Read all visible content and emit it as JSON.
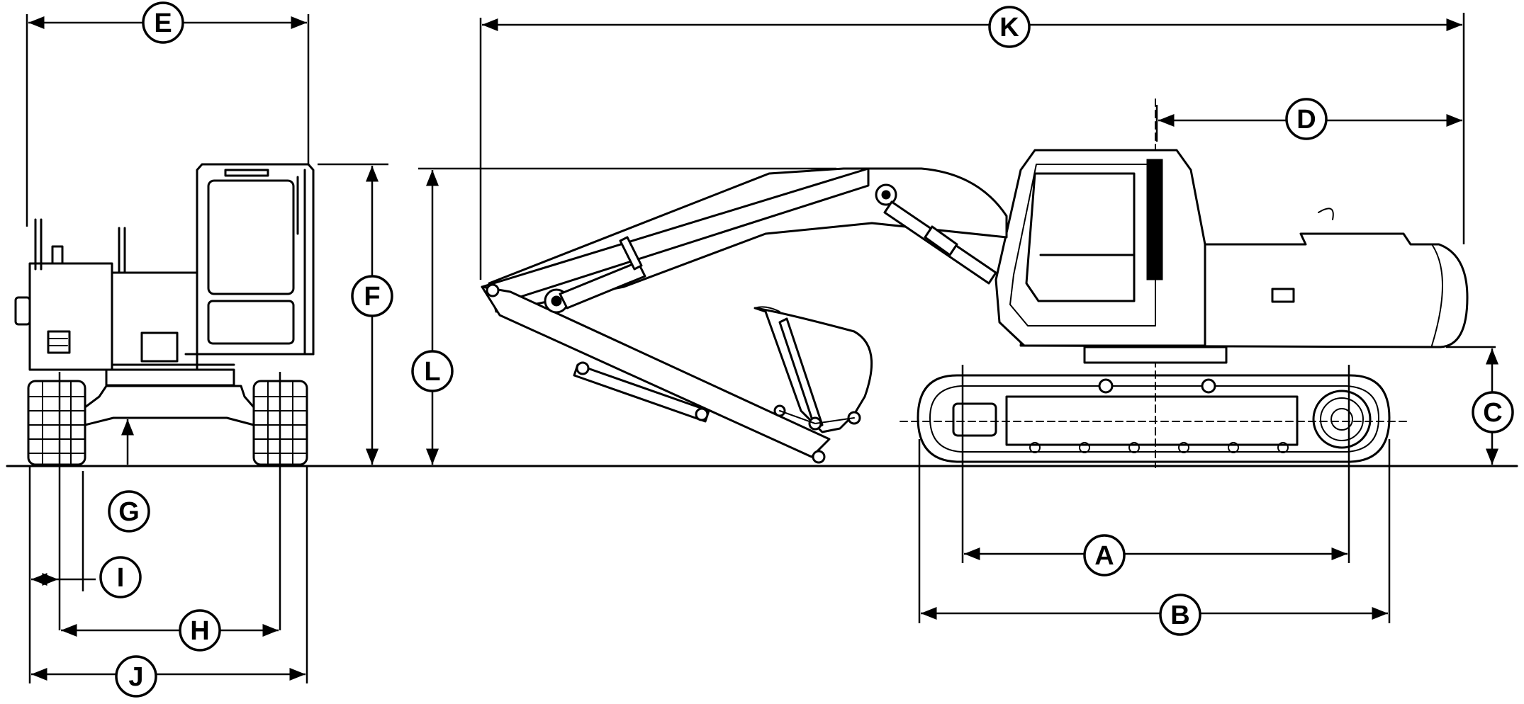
{
  "labels": {
    "A": "A",
    "B": "B",
    "C": "C",
    "D": "D",
    "E": "E",
    "F": "F",
    "G": "G",
    "H": "H",
    "I": "I",
    "J": "J",
    "K": "K",
    "L": "L"
  },
  "colors": {
    "line": "#000000",
    "background": "#ffffff"
  }
}
